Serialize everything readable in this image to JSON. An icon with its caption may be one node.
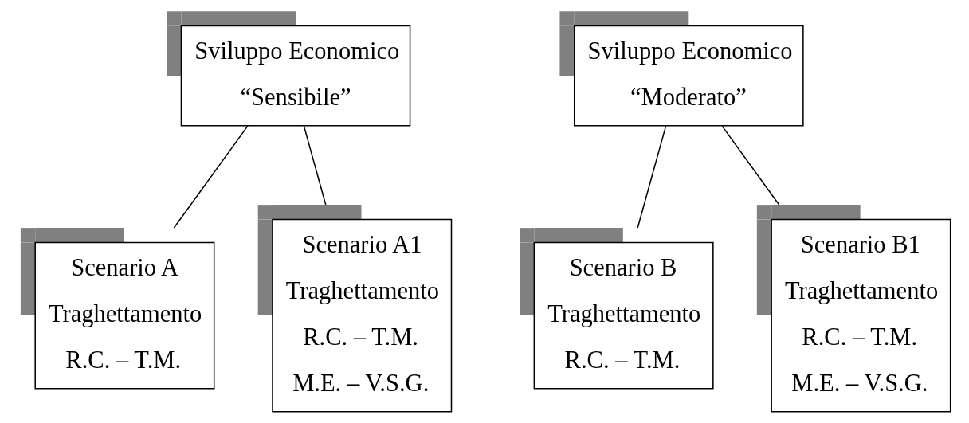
{
  "diagram": {
    "nodes": [
      {
        "text": [
          "Sviluppo Economico",
          "“Sensibile”"
        ]
      },
      {
        "text": [
          "Scenario A",
          "Traghettamento",
          "R.C. – T.M."
        ]
      },
      {
        "text": [
          "Scenario A1",
          "Traghettamento",
          "R.C. – T.M.",
          "M.E. – V.S.G."
        ]
      },
      {
        "text": [
          "Sviluppo Economico",
          "“Moderato”"
        ]
      },
      {
        "text": [
          "Scenario B",
          "Traghettamento",
          "R.C. – T.M."
        ]
      },
      {
        "text": [
          "Scenario B1",
          "Traghettamento",
          "R.C. – T.M.",
          "M.E. – V.S.G."
        ]
      }
    ],
    "edges": [
      {
        "from": 0,
        "to": 1,
        "arrow": "none"
      },
      {
        "from": 0,
        "to": 2,
        "arrow": "none"
      },
      {
        "from": 3,
        "to": 4,
        "arrow": "none"
      },
      {
        "from": 3,
        "to": 5,
        "arrow": "none"
      }
    ]
  }
}
